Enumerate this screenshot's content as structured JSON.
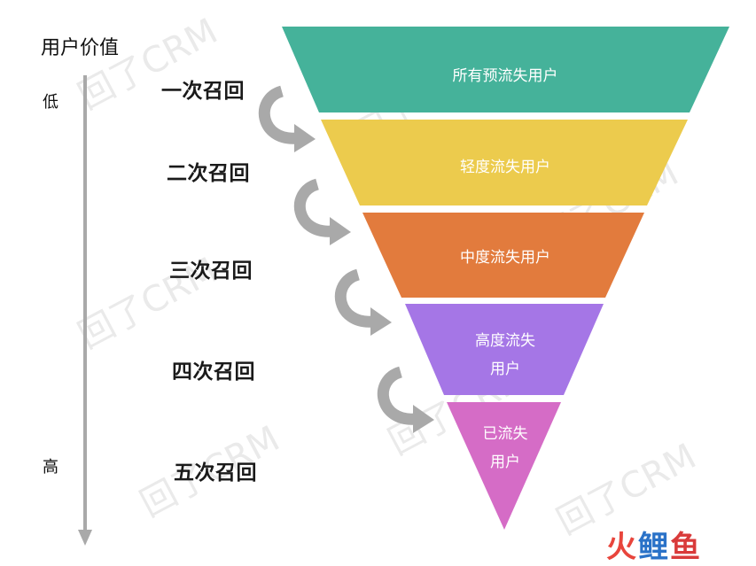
{
  "axis": {
    "title": "用户价值",
    "low": "低",
    "high": "高"
  },
  "stages": [
    {
      "label": "一次召回",
      "segment": [
        "所有预流失用户"
      ],
      "color": "#45b29a"
    },
    {
      "label": "二次召回",
      "segment": [
        "轻度流失用户"
      ],
      "color": "#eccb4d"
    },
    {
      "label": "三次召回",
      "segment": [
        "中度流失用户"
      ],
      "color": "#e27b3d"
    },
    {
      "label": "四次召回",
      "segment": [
        "高度流失",
        "用户"
      ],
      "color": "#a576e6"
    },
    {
      "label": "五次召回",
      "segment": [
        "已流失",
        "用户"
      ],
      "color": "#d56cc6"
    }
  ],
  "watermark": "回了CRM",
  "logo": {
    "part1": "火",
    "part2": "鲤",
    "part3": "鱼"
  },
  "colors": {
    "arrow": "#a9a9a9",
    "axis": "#a9a9a9"
  }
}
